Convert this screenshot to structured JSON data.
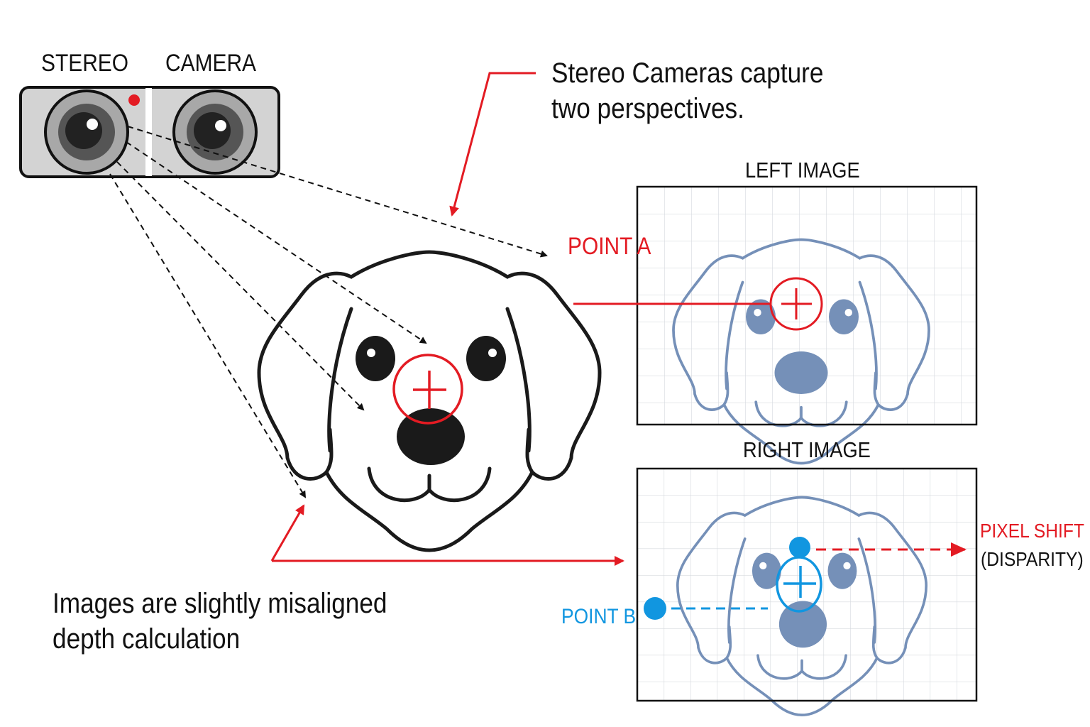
{
  "camera": {
    "label_left": "STEREO",
    "label_right": "CAMERA",
    "indicator_color": "#e31b23"
  },
  "captions": {
    "top_line1": "Stereo Cameras capture",
    "top_line2": "two perspectives.",
    "bottom_line1": "Images are slightly misaligned",
    "bottom_line2": "depth calculation"
  },
  "panels": {
    "left_title": "LEFT IMAGE",
    "right_title": "RIGHT IMAGE"
  },
  "markers": {
    "point_a": "POINT A",
    "point_b": "POINT B",
    "pixel_shift": "PIXEL SHIFT",
    "disparity": "(DISPARITY)"
  },
  "colors": {
    "accent_red": "#e31b23",
    "accent_blue": "#1196e0",
    "dog_outline_panel": "#7590b8",
    "dog_outline_main": "#1a1a1a"
  }
}
